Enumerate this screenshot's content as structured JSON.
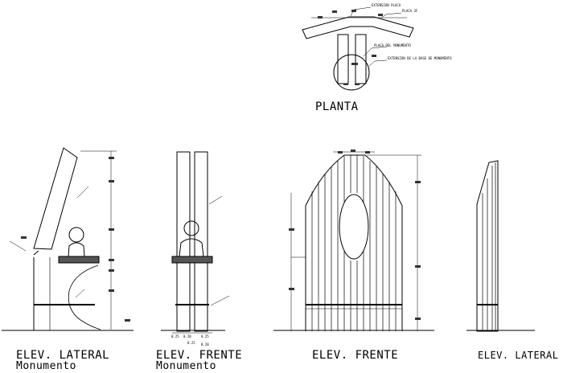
{
  "plan": {
    "title": "PLANTA",
    "notes": [
      "EXTENSION PLACA",
      "PLACA 3F",
      "PLACA DEL MONUMENTO",
      "EXTENSION DE LA BASE DE MONUMENTO"
    ]
  },
  "views": [
    {
      "title": "ELEV. LATERAL",
      "subtitle": "Monumento"
    },
    {
      "title": "ELEV. FRENTE",
      "subtitle": "Monumento"
    },
    {
      "title": "ELEV. FRENTE",
      "subtitle": ""
    },
    {
      "title": "ELEV. LATERAL",
      "subtitle": ""
    }
  ],
  "dims": [
    "0.25",
    "0.20",
    "0.25",
    "0.25",
    "0.20"
  ],
  "colors": {
    "line": "#000000",
    "dim_block": "#333333",
    "paper": "#ffffff"
  }
}
